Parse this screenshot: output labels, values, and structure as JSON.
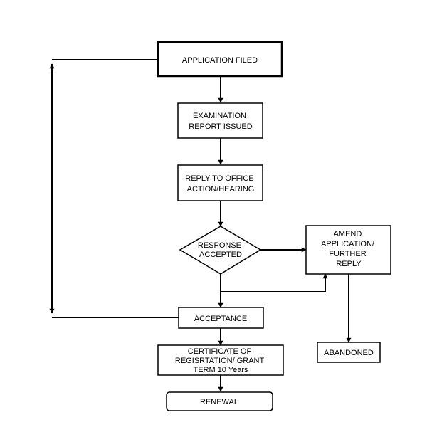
{
  "flowchart": {
    "nodes": {
      "application_filed": [
        "APPLICATION FILED"
      ],
      "examination": [
        "EXAMINATION",
        "REPORT ISSUED"
      ],
      "reply": [
        "REPLY TO OFFICE",
        "ACTION/HEARING"
      ],
      "decision": [
        "RESPONSE",
        "ACCEPTED"
      ],
      "amend": [
        "AMEND",
        "APPLICATION/",
        "FURTHER",
        "REPLY"
      ],
      "acceptance": [
        "ACCEPTANCE"
      ],
      "certificate": [
        "CERTIFICATE OF",
        "REGISRTATION/ GRANT",
        "TERM 10 Years"
      ],
      "abandoned": [
        "ABANDONED"
      ],
      "renewal": [
        "RENEWAL"
      ]
    }
  }
}
